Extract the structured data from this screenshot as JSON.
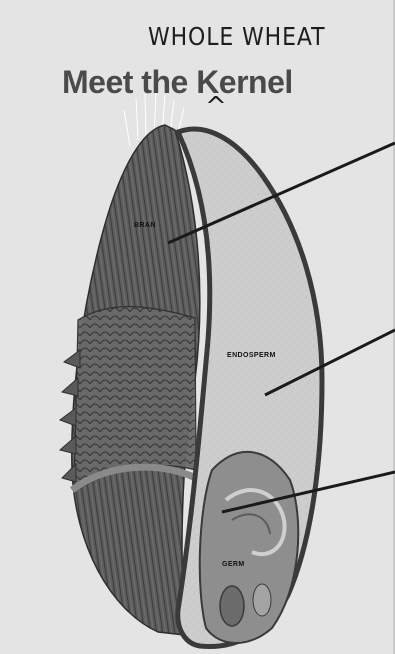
{
  "annotation": {
    "text": "WHOLE WHEAT",
    "caret": "^"
  },
  "title": "Meet the Kernel",
  "labels": {
    "bran": "BRAN",
    "endosperm": "ENDOSPERM",
    "germ": "GERM"
  },
  "colors": {
    "background": "#e4e4e4",
    "bran": "#5c5c5c",
    "endosperm": "#cfcfcf",
    "outline": "#3a3a3a",
    "germ": "#8c8c8c"
  }
}
